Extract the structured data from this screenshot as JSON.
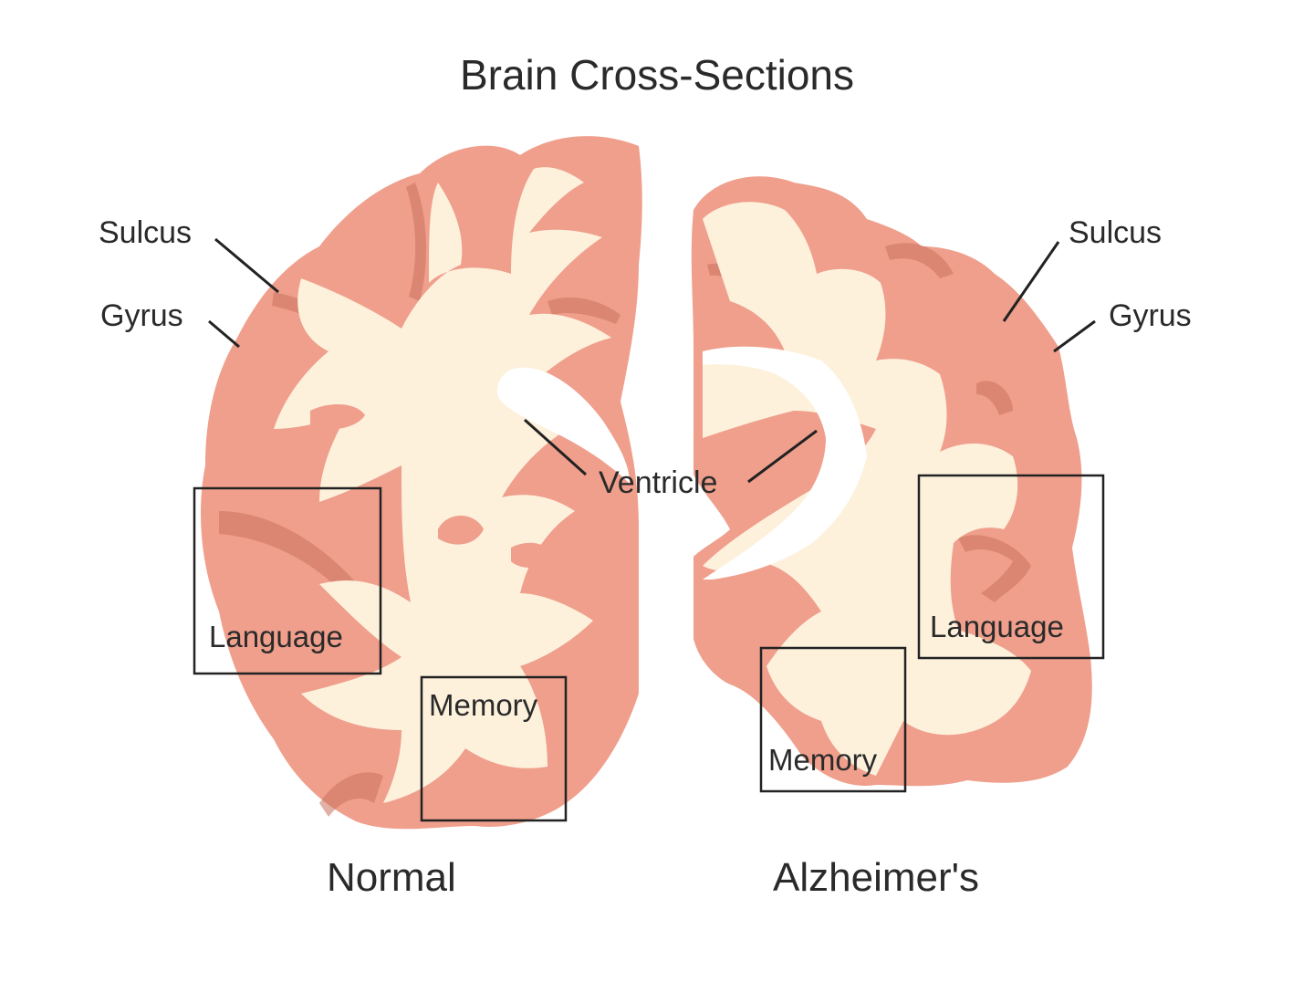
{
  "title": "Brain Cross-Sections",
  "colors": {
    "gray_matter": "#ef9f8c",
    "gray_dark": "#c9715f",
    "white_matter": "#fdf1dc",
    "ventricle": "#ffffff",
    "line": "#222222"
  },
  "normal": {
    "caption": "Normal",
    "sulcus": "Sulcus",
    "gyrus": "Gyrus",
    "language": "Language",
    "memory": "Memory"
  },
  "alzheimers": {
    "caption": "Alzheimer's",
    "sulcus": "Sulcus",
    "gyrus": "Gyrus",
    "language": "Language",
    "memory": "Memory"
  },
  "ventricle_label": "Ventricle"
}
